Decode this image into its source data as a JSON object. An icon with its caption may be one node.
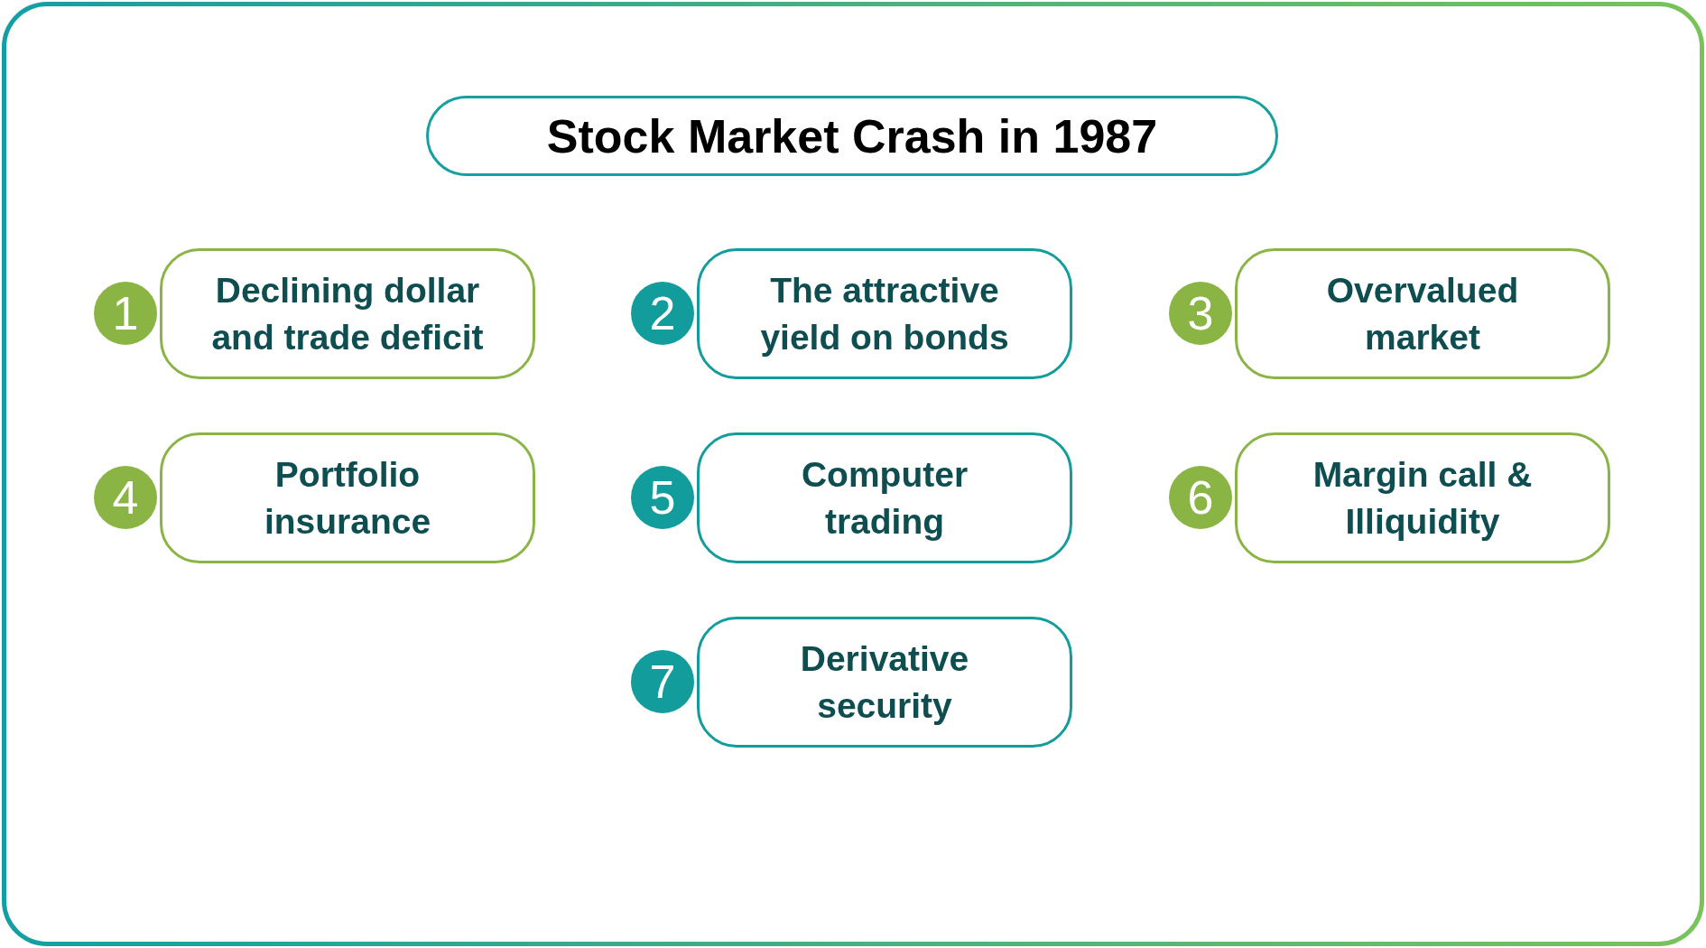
{
  "diagram": {
    "title": "Stock Market Crash in 1987",
    "nodes": [
      {
        "text": [
          "1"
        ]
      },
      {
        "text": [
          "Declining dollar and trade deficit"
        ]
      },
      {
        "text": [
          "2"
        ]
      },
      {
        "text": [
          "The attractive yield on bonds"
        ]
      },
      {
        "text": [
          "3"
        ]
      },
      {
        "text": [
          "Overvalued market"
        ]
      },
      {
        "text": [
          "4"
        ]
      },
      {
        "text": [
          "Portfolio insurance"
        ]
      },
      {
        "text": [
          "5"
        ]
      },
      {
        "text": [
          "Computer trading"
        ]
      },
      {
        "text": [
          "6"
        ]
      },
      {
        "text": [
          "Margin call & Illiquidity"
        ]
      },
      {
        "text": [
          "7"
        ]
      },
      {
        "text": [
          "Derivative security"
        ]
      }
    ]
  }
}
